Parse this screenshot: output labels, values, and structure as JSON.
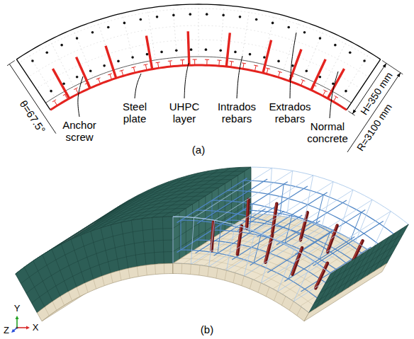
{
  "diagram": {
    "labels": [
      "θ=67.5°",
      "Anchor screw",
      "Steel plate",
      "UHPC layer",
      "Intrados rebars",
      "Extrados rebars",
      "Normal concrete",
      "H=350 mm",
      "R=3100 mm",
      "(a)",
      "Y",
      "Z",
      "X",
      "(b)"
    ]
  }
}
